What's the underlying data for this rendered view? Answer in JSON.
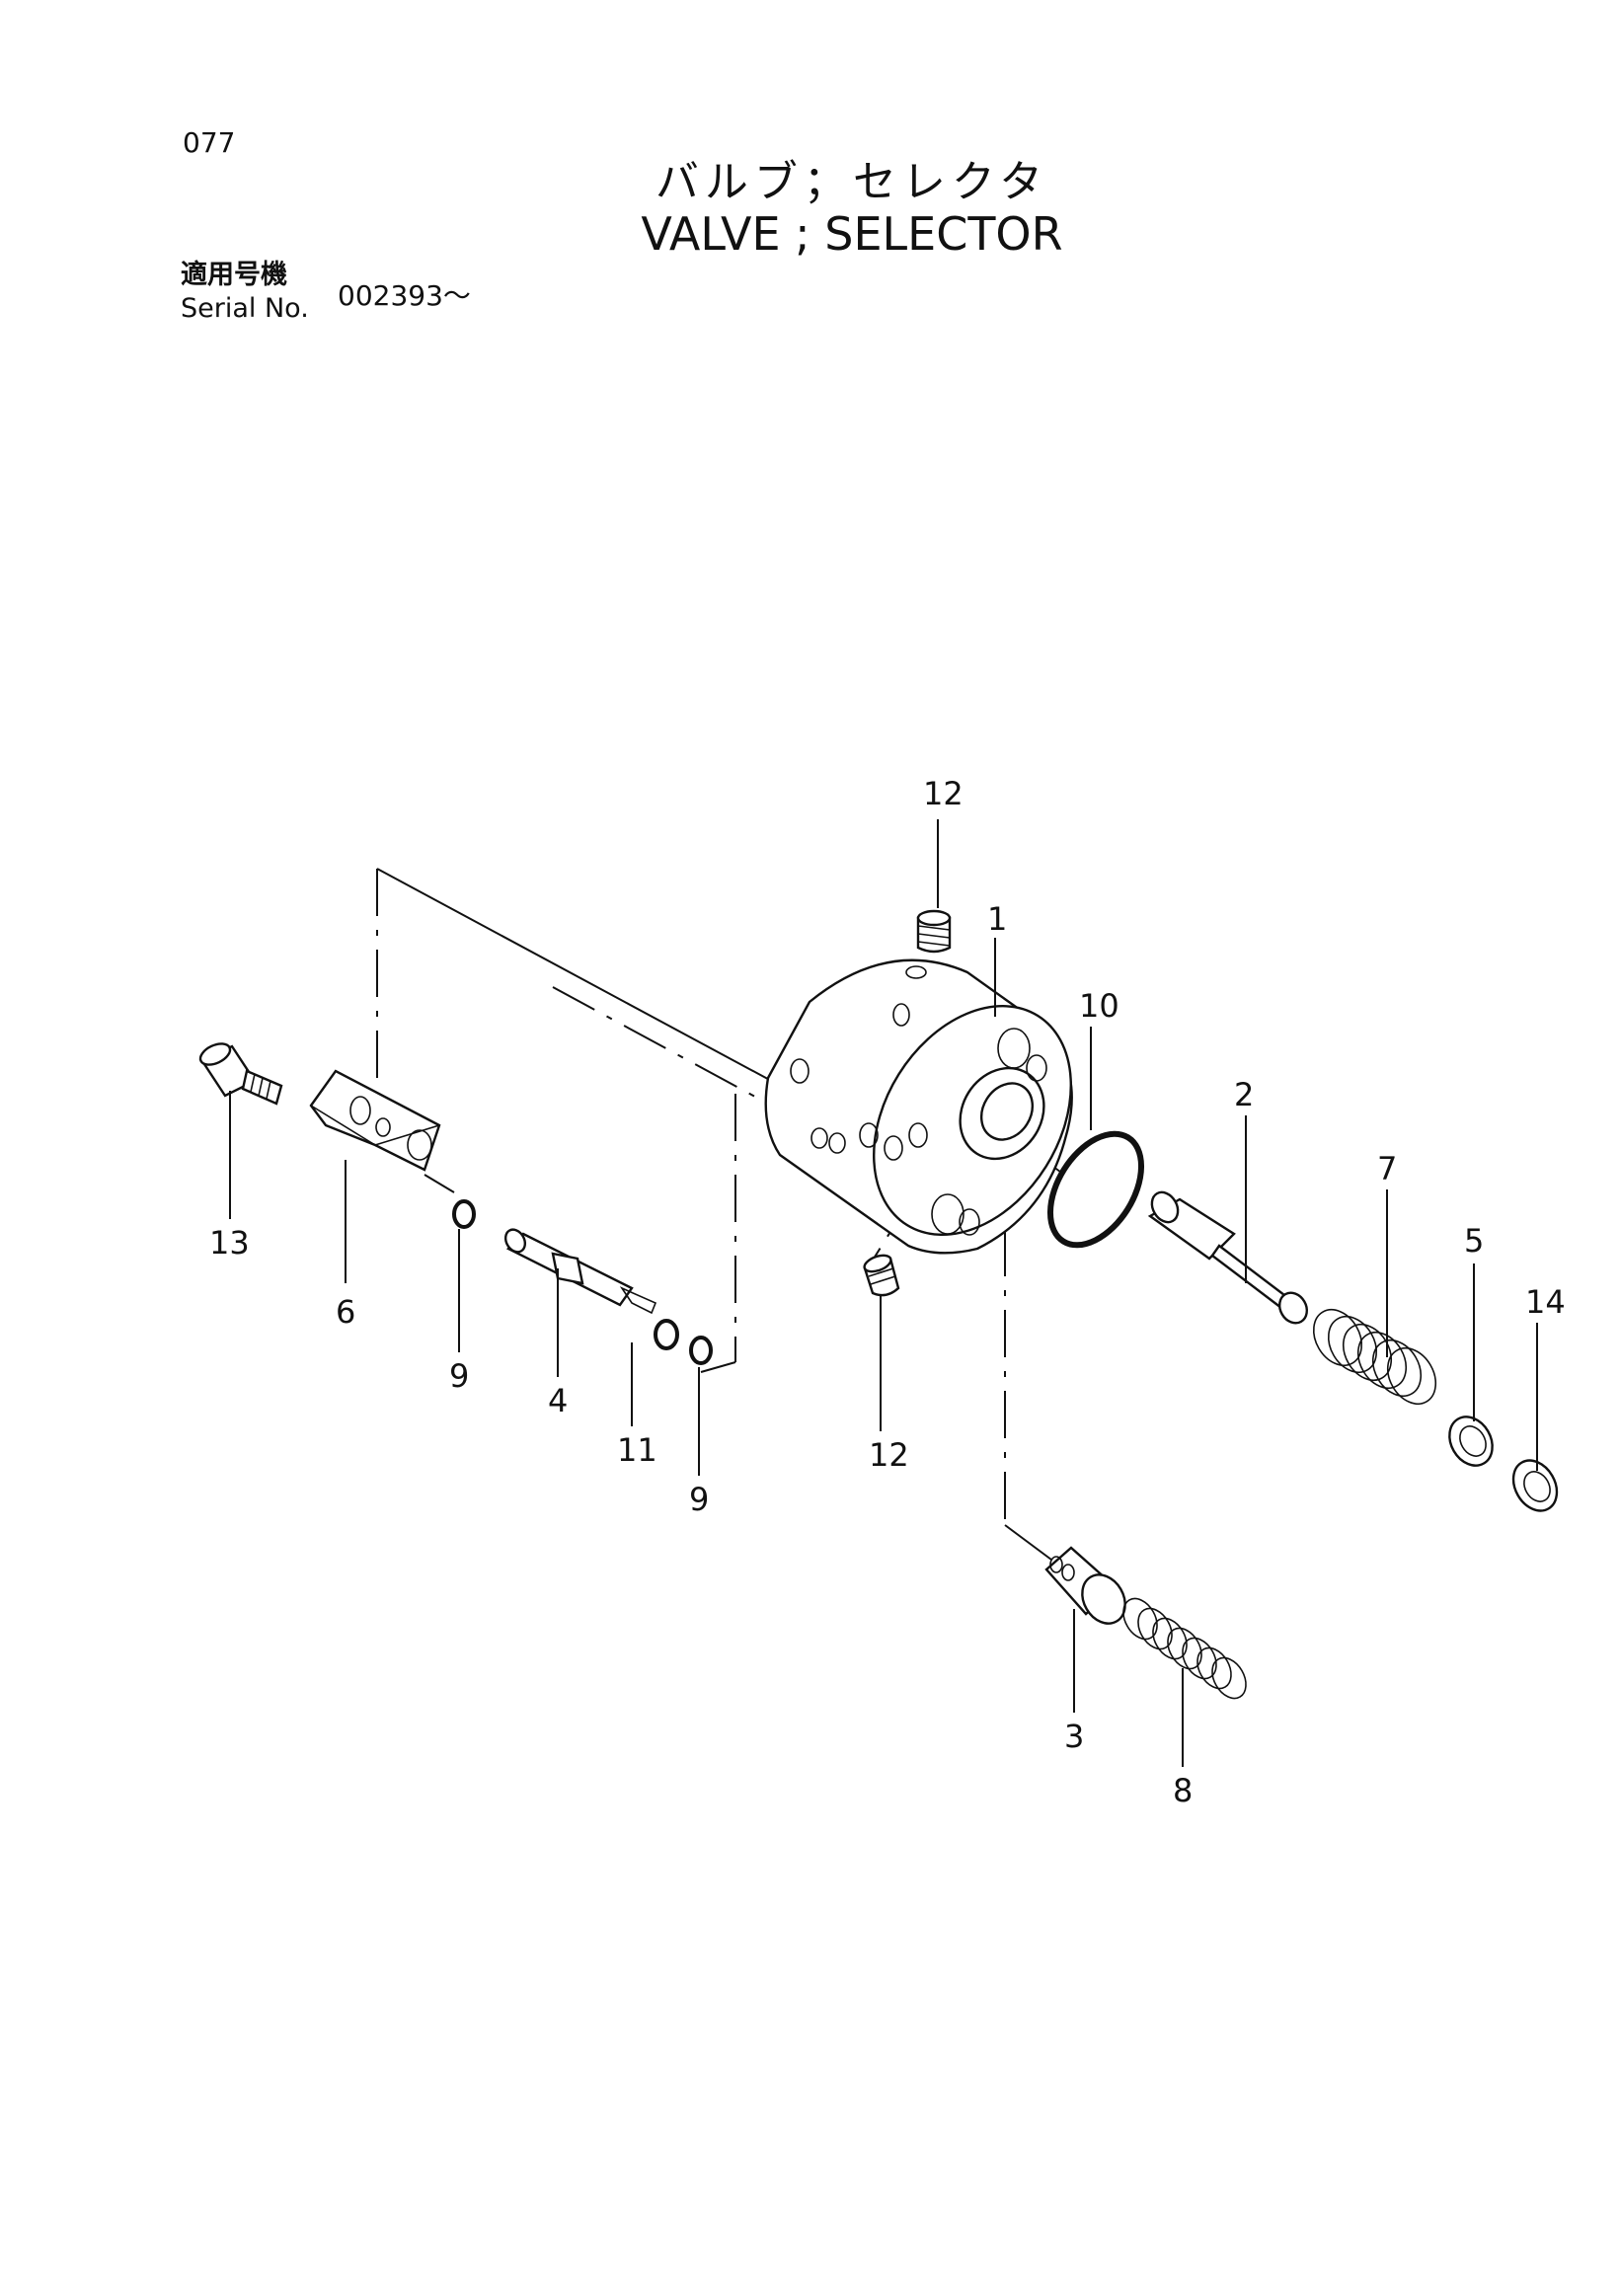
{
  "page_number": "077",
  "title_jp": "バルブ；セレクタ",
  "title_en": "VALVE ; SELECTOR",
  "serial_label_jp": "適用号機",
  "serial_label_en": "Serial No.",
  "serial_value": "002393～",
  "callouts": {
    "c1": "1",
    "c2": "2",
    "c3": "3",
    "c4": "4",
    "c5": "5",
    "c6": "6",
    "c7": "7",
    "c8": "8",
    "c9a": "9",
    "c9b": "9",
    "c10": "10",
    "c11": "11",
    "c12a": "12",
    "c12b": "12",
    "c13": "13",
    "c14": "14"
  }
}
